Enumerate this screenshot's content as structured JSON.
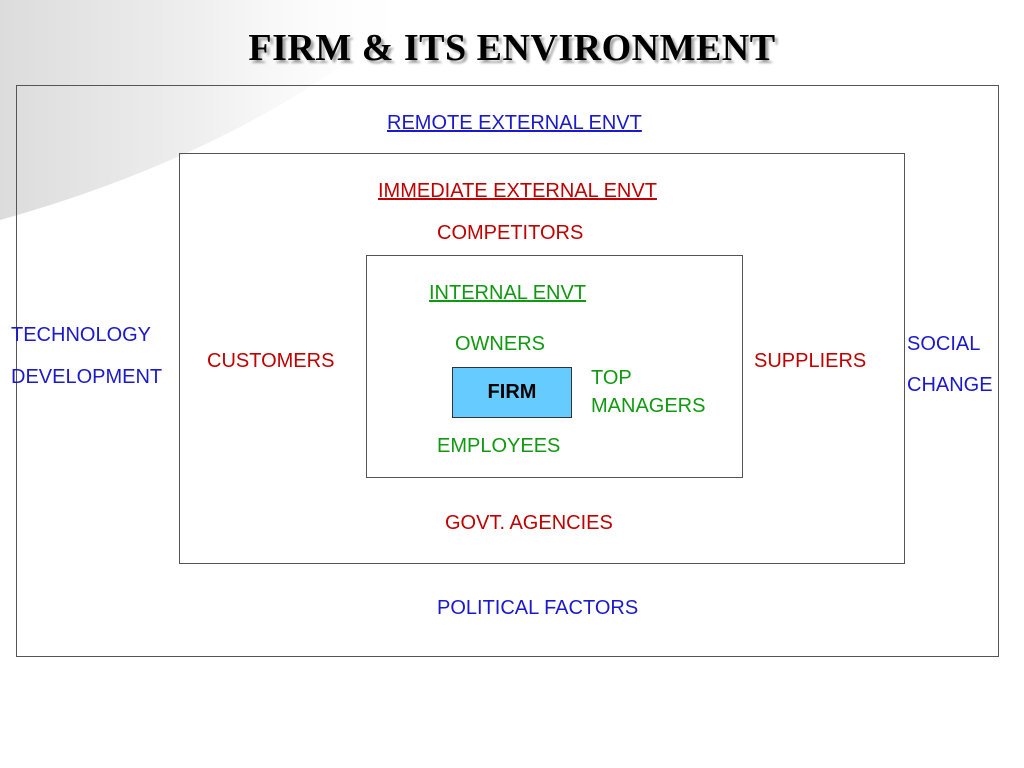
{
  "title": "FIRM & ITS ENVIRONMENT",
  "colors": {
    "remote": "#1a1acc",
    "immediate": "#c00000",
    "internal": "#119911",
    "firm_fill": "#66ccff"
  },
  "remote": {
    "heading": "REMOTE EXTERNAL ENVT",
    "technology": "TECHNOLOGY",
    "development": "DEVELOPMENT",
    "social": "SOCIAL",
    "change": "CHANGE",
    "political": "POLITICAL FACTORS"
  },
  "immediate": {
    "heading": "IMMEDIATE EXTERNAL ENVT",
    "competitors": "COMPETITORS",
    "customers": "CUSTOMERS",
    "suppliers": "SUPPLIERS",
    "govt": "GOVT. AGENCIES"
  },
  "internal": {
    "heading": "INTERNAL ENVT",
    "owners": "OWNERS",
    "top": "TOP",
    "managers": "MANAGERS",
    "employees": "EMPLOYEES"
  },
  "firm": {
    "label": "FIRM"
  }
}
